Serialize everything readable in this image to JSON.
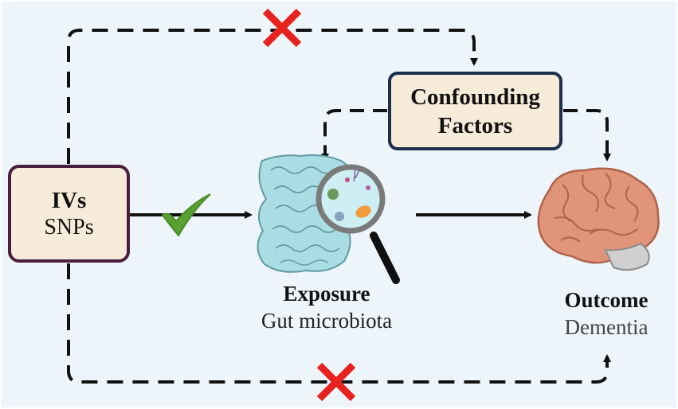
{
  "nodes": {
    "ivs": {
      "title": "IVs",
      "subtitle": "SNPs"
    },
    "confounders": {
      "line1": "Confounding",
      "line2": "Factors"
    },
    "exposure": {
      "title": "Exposure",
      "subtitle": "Gut microbiota"
    },
    "outcome": {
      "title": "Outcome",
      "subtitle": "Dementia"
    }
  },
  "marks": {
    "valid_path": "check-mark",
    "invalid_paths": [
      "cross-mark",
      "cross-mark"
    ]
  },
  "colors": {
    "background": "#edf5fa",
    "ivs_border": "#4a1e3e",
    "confounder_border": "#1c2f4d",
    "box_fill": "#f5ebd8",
    "check": "#5aa032",
    "cross": "#e8231f",
    "arrow": "#111111",
    "intestine": "#a9dde3",
    "brain": "#e0957a"
  }
}
